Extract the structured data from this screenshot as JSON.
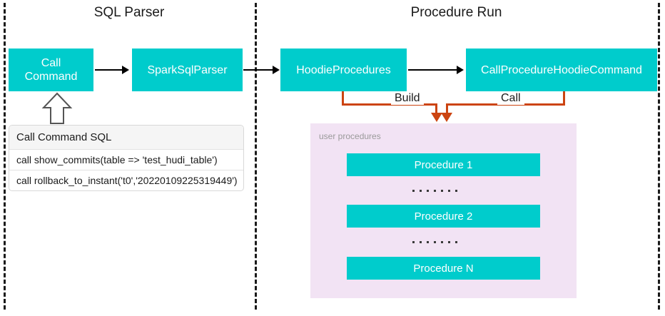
{
  "sections": [
    {
      "id": "sql-parser",
      "title": "SQL Parser"
    },
    {
      "id": "procedure-run",
      "title": "Procedure Run"
    }
  ],
  "nodes": {
    "call_command": "Call\nCommand",
    "spark_sql_parser": "SparkSqlParser",
    "hoodie_procedures": "HoodieProcedures",
    "call_procedure_hoodie_command": "CallProcedureHoodieCommand"
  },
  "edge_labels": {
    "build": "Build",
    "call": "Call"
  },
  "sql_table": {
    "header": "Call Command SQL",
    "rows": [
      "call show_commits(table => 'test_hudi_table')",
      "call rollback_to_instant('t0','20220109225319449')"
    ]
  },
  "user_procedures": {
    "label": "user procedures",
    "items": [
      "Procedure 1",
      "Procedure 2",
      "Procedure N"
    ],
    "ellipsis_dot_count": 7
  },
  "colors": {
    "node_teal": "#00CCCC",
    "connector_orange": "#CC4411",
    "panel_lavender": "#F2E3F4",
    "divider_black": "#1a1a1a",
    "text_white": "#ffffff"
  }
}
